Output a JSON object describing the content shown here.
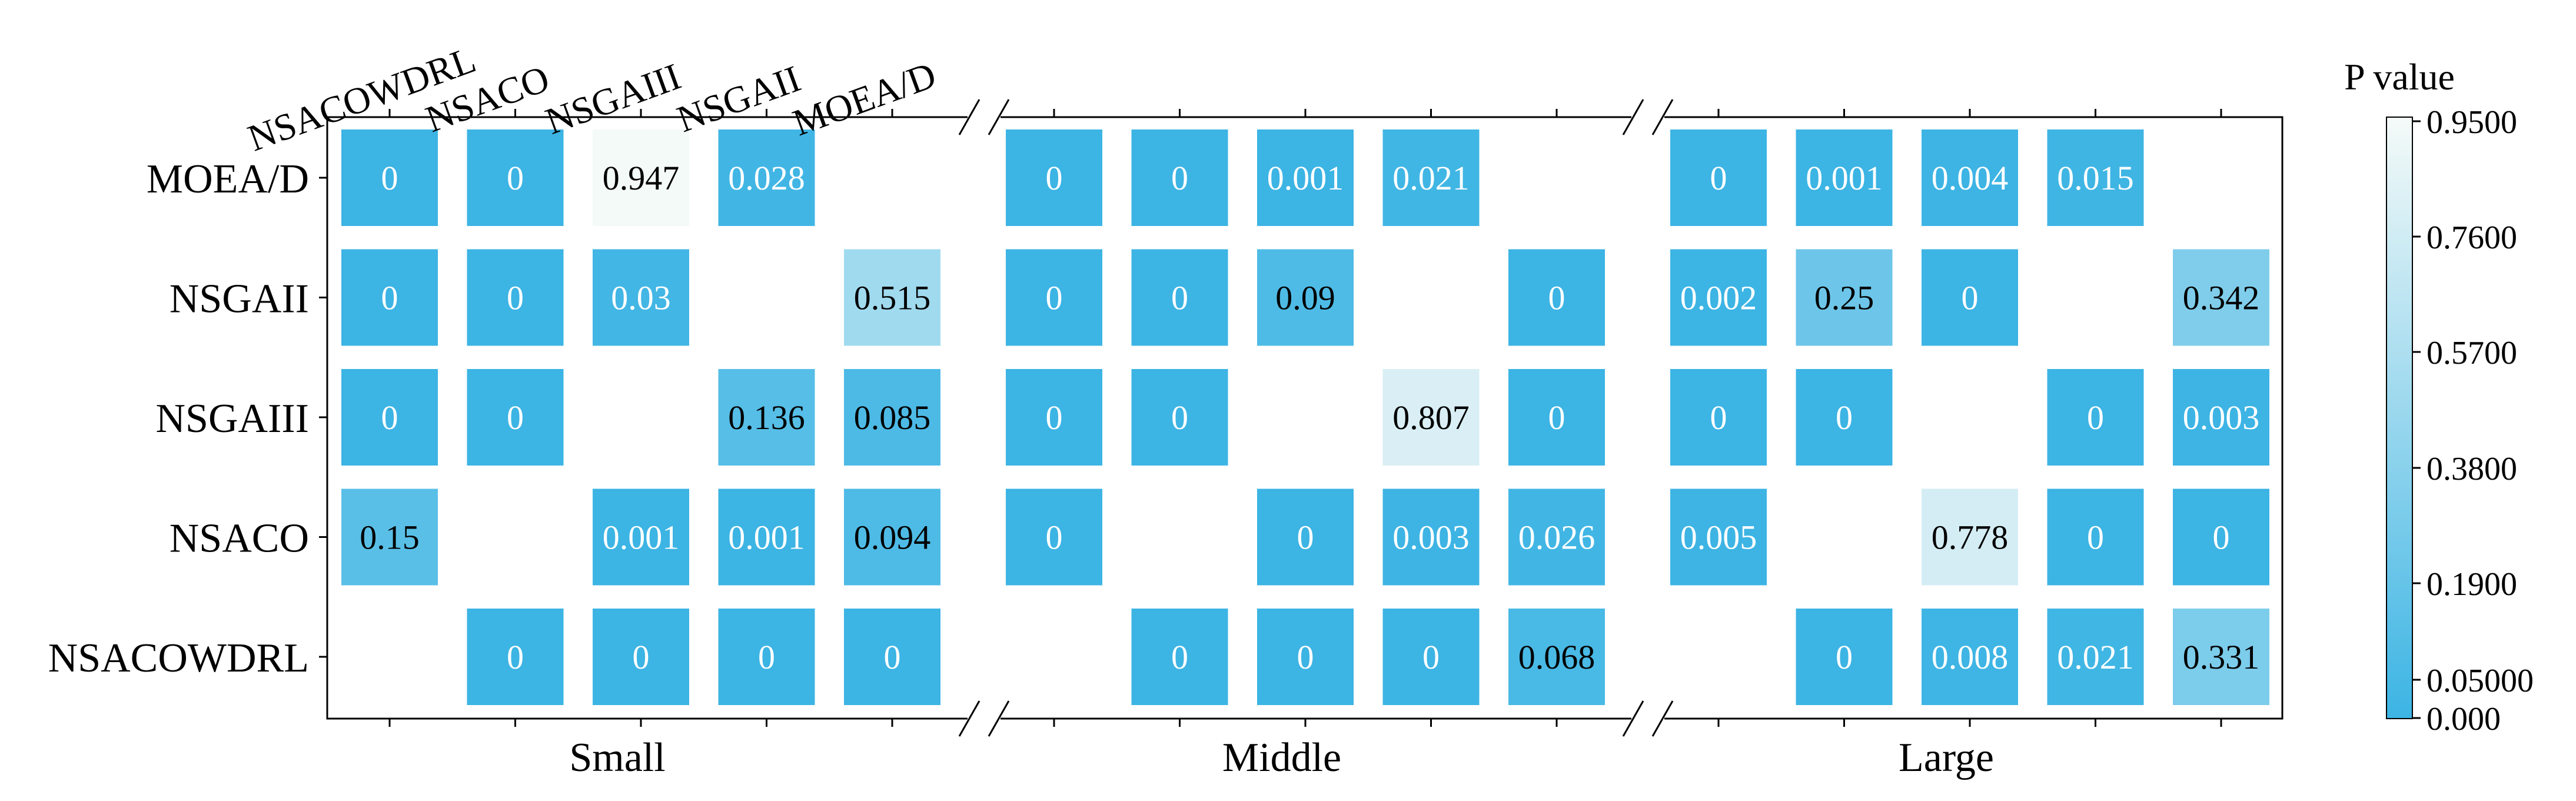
{
  "chart_data": {
    "type": "heatmap",
    "title": "",
    "row_labels": [
      "MOEA/D",
      "NSGAII",
      "NSGAIII",
      "NSACO",
      "NSACOWDRL"
    ],
    "column_labels": [
      "NSACOWDRL",
      "NSACO",
      "NSGAIII",
      "NSGAII",
      "MOEA/D"
    ],
    "groups": [
      {
        "name": "Small",
        "values": [
          [
            "0",
            "0",
            "0.947",
            "0.028",
            null
          ],
          [
            "0",
            "0",
            "0.03",
            null,
            "0.515"
          ],
          [
            "0",
            "0",
            null,
            "0.136",
            "0.085"
          ],
          [
            "0.15",
            null,
            "0.001",
            "0.001",
            "0.094"
          ],
          [
            null,
            "0",
            "0",
            "0",
            "0"
          ]
        ]
      },
      {
        "name": "Middle",
        "values": [
          [
            "0",
            "0",
            "0.001",
            "0.021",
            null
          ],
          [
            "0",
            "0",
            "0.09",
            null,
            "0"
          ],
          [
            "0",
            "0",
            null,
            "0.807",
            "0"
          ],
          [
            "0",
            null,
            "0",
            "0.003",
            "0.026"
          ],
          [
            null,
            "0",
            "0",
            "0",
            "0.068"
          ]
        ]
      },
      {
        "name": "Large",
        "values": [
          [
            "0",
            "0.001",
            "0.004",
            "0.015",
            null
          ],
          [
            "0.002",
            "0.25",
            "0",
            null,
            "0.342"
          ],
          [
            "0",
            "0",
            null,
            "0",
            "0.003"
          ],
          [
            "0.005",
            null,
            "0.778",
            "0",
            "0"
          ],
          [
            null,
            "0",
            "0.008",
            "0.021",
            "0.331"
          ]
        ]
      }
    ],
    "colorbar": {
      "label": "P value",
      "tick_labels": [
        "0.9500",
        "0.7600",
        "0.5700",
        "0.3800",
        "0.1900",
        "0.05000",
        "0.000"
      ],
      "tick_values": [
        0.95,
        0.76,
        0.57,
        0.38,
        0.19,
        0.05,
        0.0
      ],
      "color_low": "#3cb4e4",
      "color_high": "#f5faf8"
    },
    "text_color_dark": "#000000",
    "text_color_light": "#ffffff"
  }
}
